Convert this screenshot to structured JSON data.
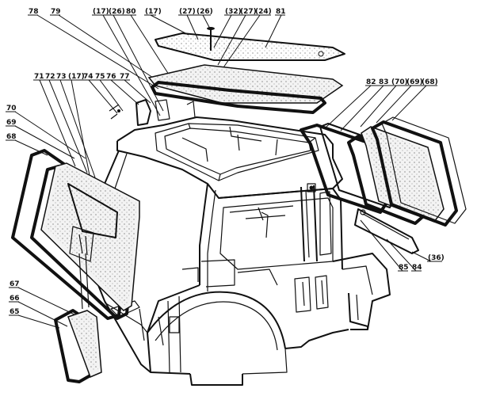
{
  "labels": {
    "top_left": [
      "78",
      "79"
    ],
    "top_center": [
      "(17)",
      "(26)",
      "80",
      "(17)",
      "(27)",
      "(26)",
      "(32)",
      "(27)",
      "(24)",
      "81"
    ],
    "left_upper": [
      "71",
      "72",
      "73",
      "(17)",
      "74",
      "75",
      "76",
      "77"
    ],
    "left_middle": [
      "70",
      "69",
      "68"
    ],
    "left_lower": [
      "67",
      "66",
      "65"
    ],
    "right_upper": [
      "82",
      "83",
      "(70)",
      "(69)",
      "(68)"
    ],
    "right_lower": [
      "85",
      "84",
      "(36)"
    ]
  },
  "colors": {
    "ink": "#111111",
    "paper": "#ffffff",
    "glass": "#f3f3f3"
  }
}
